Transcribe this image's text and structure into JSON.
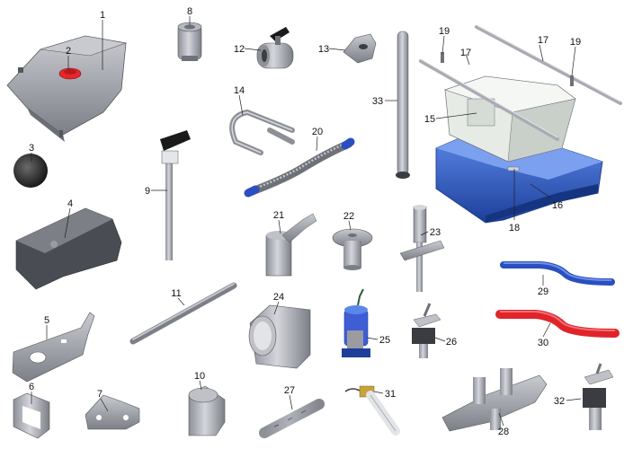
{
  "parts": [
    {
      "label": "1"
    },
    {
      "label": "2"
    },
    {
      "label": "3"
    },
    {
      "label": "4"
    },
    {
      "label": "5"
    },
    {
      "label": "6"
    },
    {
      "label": "7"
    },
    {
      "label": "8"
    },
    {
      "label": "9"
    },
    {
      "label": "10"
    },
    {
      "label": "11"
    },
    {
      "label": "12"
    },
    {
      "label": "13"
    },
    {
      "label": "14"
    },
    {
      "label": "15"
    },
    {
      "label": "16"
    },
    {
      "label": "17"
    },
    {
      "label": "17"
    },
    {
      "label": "18"
    },
    {
      "label": "19"
    },
    {
      "label": "19"
    },
    {
      "label": "20"
    },
    {
      "label": "21"
    },
    {
      "label": "22"
    },
    {
      "label": "23"
    },
    {
      "label": "24"
    },
    {
      "label": "25"
    },
    {
      "label": "26"
    },
    {
      "label": "27"
    },
    {
      "label": "28"
    },
    {
      "label": "29"
    },
    {
      "label": "30"
    },
    {
      "label": "31"
    },
    {
      "label": "32"
    },
    {
      "label": "33"
    }
  ],
  "colors": {
    "metal": "#a9abb2",
    "metal_dark": "#6f7179",
    "tank_blue": "#2f5fc8",
    "hose_blue": "#2a4fc0",
    "hose_red": "#e0242a",
    "cap_red": "#e8262b",
    "brass": "#c9a23a",
    "black": "#1a1a1a"
  }
}
